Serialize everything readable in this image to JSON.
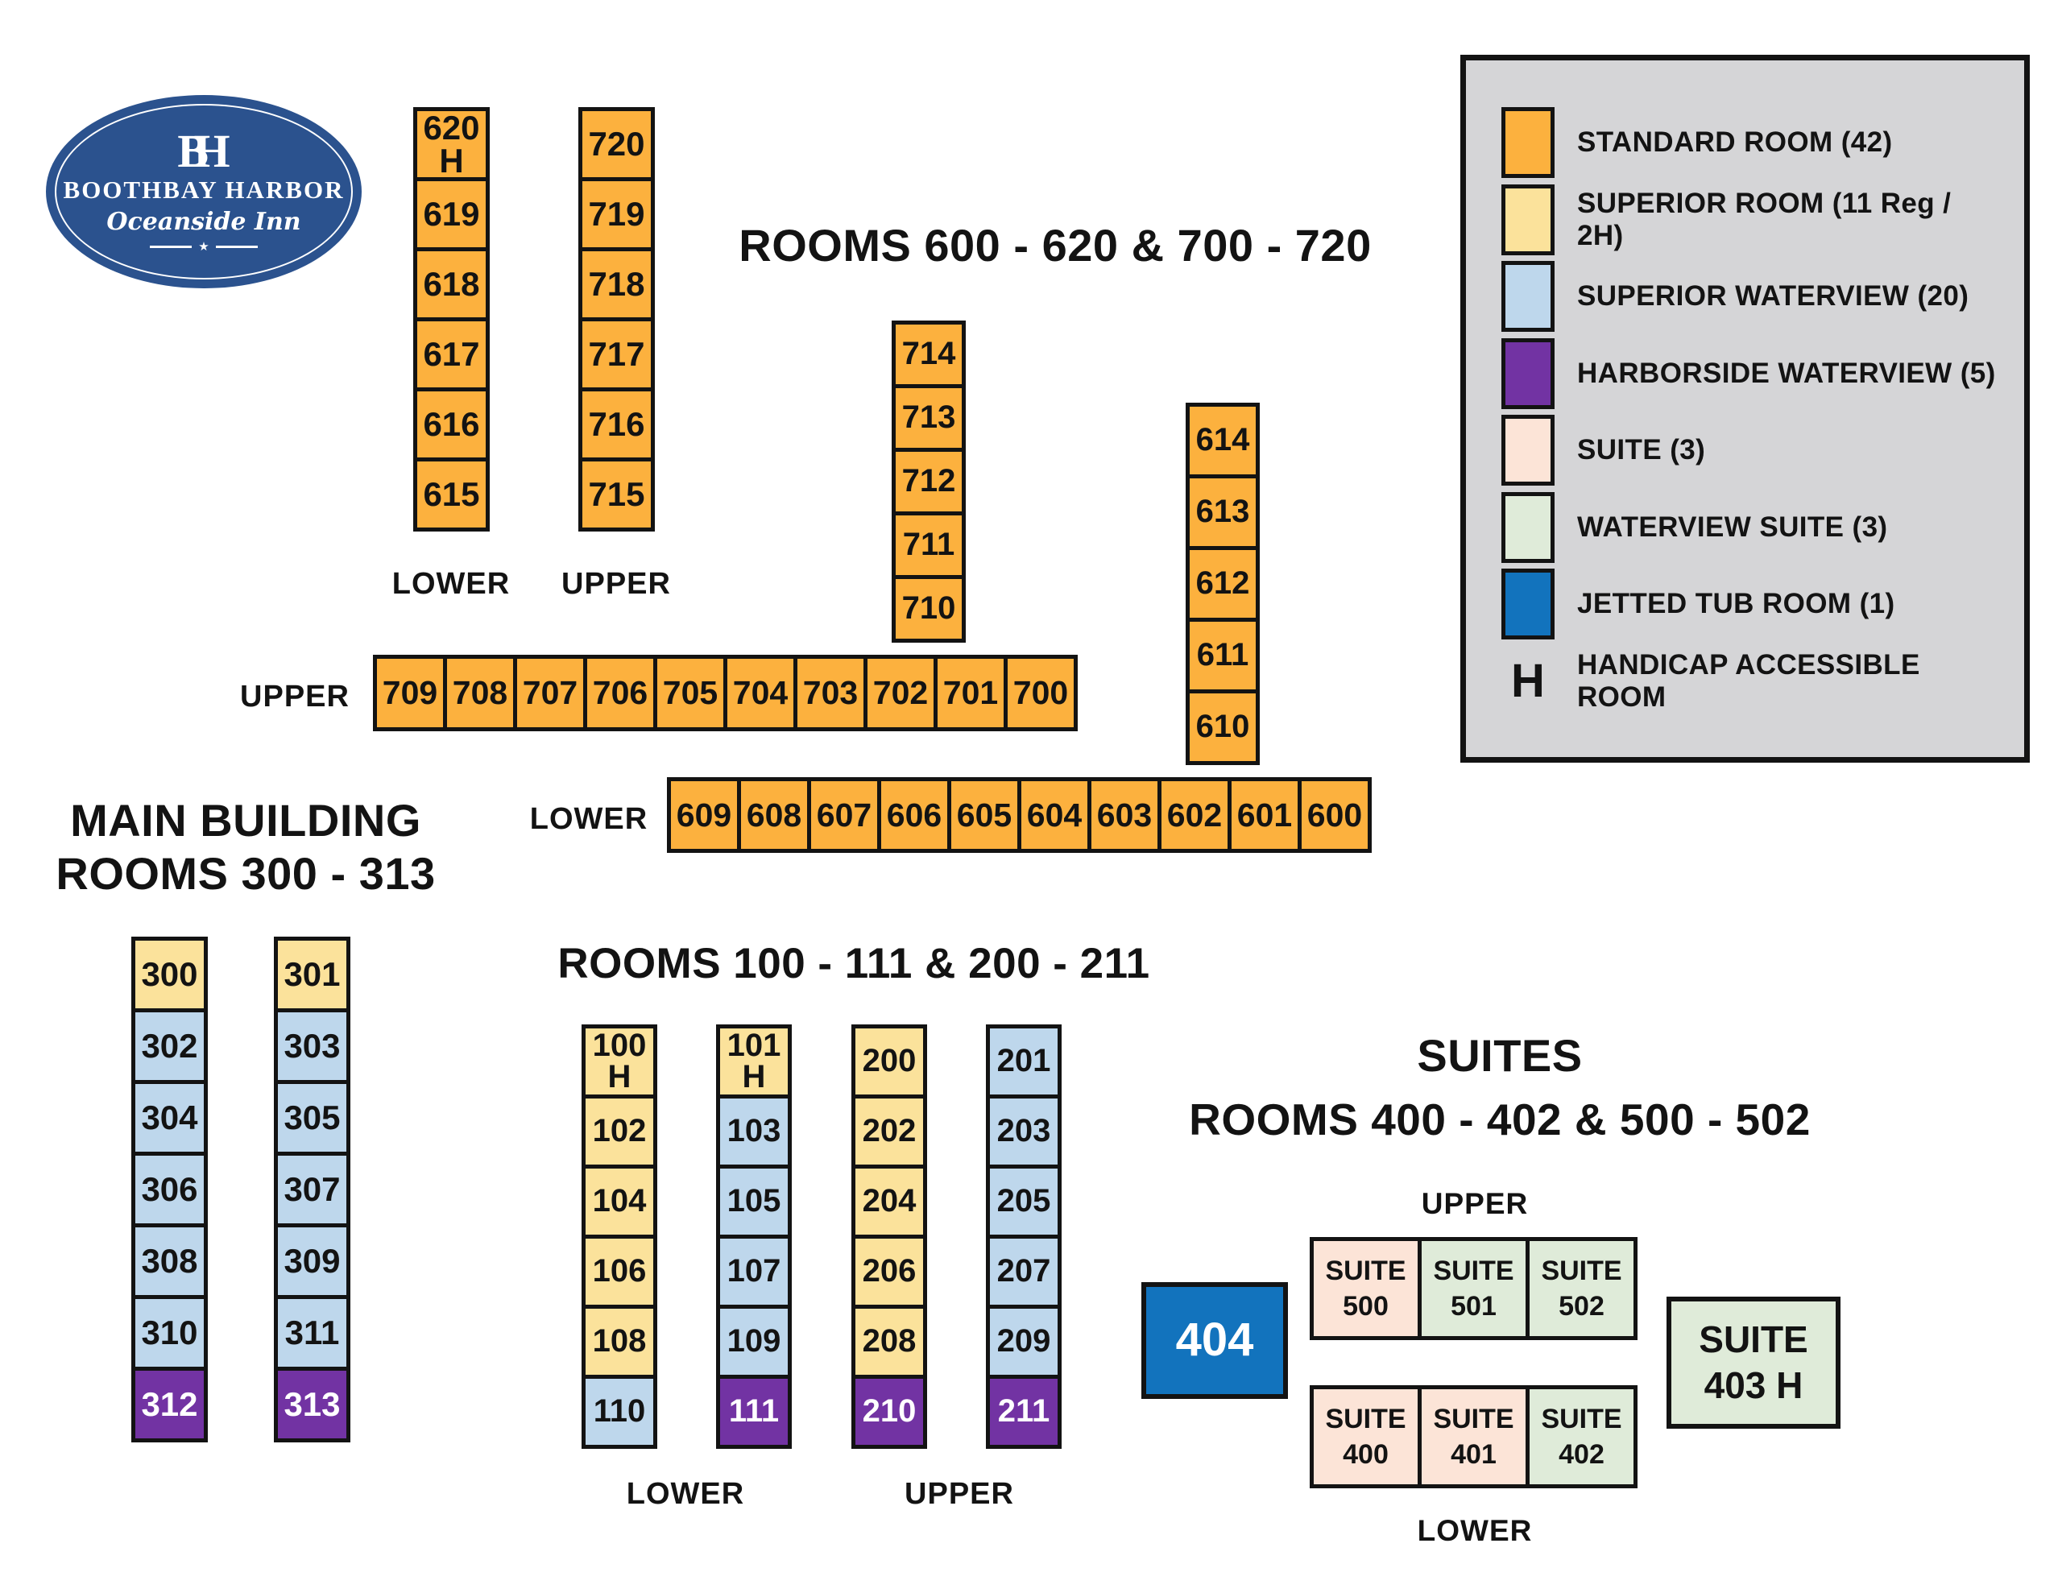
{
  "logo": {
    "monogram": "BH",
    "line1": "BOOTHBAY HARBOR",
    "line2": "Oceanside Inn",
    "divider_star": "★",
    "bg_color": "#2b528e"
  },
  "colors": {
    "standard": "#fcb13e",
    "superior": "#fbe29b",
    "superior_waterview": "#bed7ec",
    "harborside_waterview": "#7233a3",
    "suite": "#fce4d7",
    "waterview_suite": "#dfebd9",
    "jetted": "#1273bd",
    "legend_bg": "#d5d5d7",
    "border": "#131313"
  },
  "legend": {
    "items": [
      {
        "type": "standard",
        "label": "STANDARD ROOM (42)"
      },
      {
        "type": "superior",
        "label": "SUPERIOR ROOM (11 Reg / 2H)"
      },
      {
        "type": "superior_waterview",
        "label": "SUPERIOR WATERVIEW (20)"
      },
      {
        "type": "harborside_waterview",
        "label": "HARBORSIDE WATERVIEW (5)"
      },
      {
        "type": "suite",
        "label": "SUITE (3)"
      },
      {
        "type": "waterview_suite",
        "label": "WATERVIEW SUITE (3)"
      },
      {
        "type": "jetted",
        "label": "JETTED TUB ROOM (1)"
      },
      {
        "type": "handicap",
        "symbol": "H",
        "label": "HANDICAP ACCESSIBLE ROOM"
      }
    ]
  },
  "sections": {
    "rooms_600_700": {
      "title": "ROOMS 600 - 620 & 700 - 720",
      "col_620": {
        "floor_label": "LOWER",
        "cells": [
          {
            "label": "620",
            "sub": "H",
            "type": "standard"
          },
          {
            "label": "619",
            "type": "standard"
          },
          {
            "label": "618",
            "type": "standard"
          },
          {
            "label": "617",
            "type": "standard"
          },
          {
            "label": "616",
            "type": "standard"
          },
          {
            "label": "615",
            "type": "standard"
          }
        ]
      },
      "col_720": {
        "floor_label": "UPPER",
        "cells": [
          {
            "label": "720",
            "type": "standard"
          },
          {
            "label": "719",
            "type": "standard"
          },
          {
            "label": "718",
            "type": "standard"
          },
          {
            "label": "717",
            "type": "standard"
          },
          {
            "label": "716",
            "type": "standard"
          },
          {
            "label": "715",
            "type": "standard"
          }
        ]
      },
      "col_714": {
        "cells": [
          {
            "label": "714",
            "type": "standard"
          },
          {
            "label": "713",
            "type": "standard"
          },
          {
            "label": "712",
            "type": "standard"
          },
          {
            "label": "711",
            "type": "standard"
          },
          {
            "label": "710",
            "type": "standard"
          }
        ]
      },
      "row_700": {
        "floor_label": "UPPER",
        "cells": [
          {
            "label": "709",
            "type": "standard"
          },
          {
            "label": "708",
            "type": "standard"
          },
          {
            "label": "707",
            "type": "standard"
          },
          {
            "label": "706",
            "type": "standard"
          },
          {
            "label": "705",
            "type": "standard"
          },
          {
            "label": "704",
            "type": "standard"
          },
          {
            "label": "703",
            "type": "standard"
          },
          {
            "label": "702",
            "type": "standard"
          },
          {
            "label": "701",
            "type": "standard"
          },
          {
            "label": "700",
            "type": "standard"
          }
        ]
      },
      "col_614": {
        "cells": [
          {
            "label": "614",
            "type": "standard"
          },
          {
            "label": "613",
            "type": "standard"
          },
          {
            "label": "612",
            "type": "standard"
          },
          {
            "label": "611",
            "type": "standard"
          },
          {
            "label": "610",
            "type": "standard"
          }
        ]
      },
      "row_600": {
        "floor_label": "LOWER",
        "cells": [
          {
            "label": "609",
            "type": "standard"
          },
          {
            "label": "608",
            "type": "standard"
          },
          {
            "label": "607",
            "type": "standard"
          },
          {
            "label": "606",
            "type": "standard"
          },
          {
            "label": "605",
            "type": "standard"
          },
          {
            "label": "604",
            "type": "standard"
          },
          {
            "label": "603",
            "type": "standard"
          },
          {
            "label": "602",
            "type": "standard"
          },
          {
            "label": "601",
            "type": "standard"
          },
          {
            "label": "600",
            "type": "standard"
          }
        ]
      }
    },
    "main_building": {
      "title_line1": "MAIN BUILDING",
      "title_line2": "ROOMS 300 - 313",
      "col_left": {
        "cells": [
          {
            "label": "300",
            "type": "superior"
          },
          {
            "label": "302",
            "type": "superior_waterview"
          },
          {
            "label": "304",
            "type": "superior_waterview"
          },
          {
            "label": "306",
            "type": "superior_waterview"
          },
          {
            "label": "308",
            "type": "superior_waterview"
          },
          {
            "label": "310",
            "type": "superior_waterview"
          },
          {
            "label": "312",
            "type": "harborside_waterview"
          }
        ]
      },
      "col_right": {
        "cells": [
          {
            "label": "301",
            "type": "superior"
          },
          {
            "label": "303",
            "type": "superior_waterview"
          },
          {
            "label": "305",
            "type": "superior_waterview"
          },
          {
            "label": "307",
            "type": "superior_waterview"
          },
          {
            "label": "309",
            "type": "superior_waterview"
          },
          {
            "label": "311",
            "type": "superior_waterview"
          },
          {
            "label": "313",
            "type": "harborside_waterview"
          }
        ]
      }
    },
    "rooms_100_200": {
      "title": "ROOMS 100 - 111 & 200 - 211",
      "lower_label": "LOWER",
      "upper_label": "UPPER",
      "col_100": {
        "cells": [
          {
            "label": "100",
            "sub": "H",
            "type": "superior"
          },
          {
            "label": "102",
            "type": "superior"
          },
          {
            "label": "104",
            "type": "superior"
          },
          {
            "label": "106",
            "type": "superior"
          },
          {
            "label": "108",
            "type": "superior"
          },
          {
            "label": "110",
            "type": "superior_waterview"
          }
        ]
      },
      "col_101": {
        "cells": [
          {
            "label": "101",
            "sub": "H",
            "type": "superior"
          },
          {
            "label": "103",
            "type": "superior_waterview"
          },
          {
            "label": "105",
            "type": "superior_waterview"
          },
          {
            "label": "107",
            "type": "superior_waterview"
          },
          {
            "label": "109",
            "type": "superior_waterview"
          },
          {
            "label": "111",
            "type": "harborside_waterview"
          }
        ]
      },
      "col_200": {
        "cells": [
          {
            "label": "200",
            "type": "superior"
          },
          {
            "label": "202",
            "type": "superior"
          },
          {
            "label": "204",
            "type": "superior"
          },
          {
            "label": "206",
            "type": "superior"
          },
          {
            "label": "208",
            "type": "superior"
          },
          {
            "label": "210",
            "type": "harborside_waterview"
          }
        ]
      },
      "col_201": {
        "cells": [
          {
            "label": "201",
            "type": "superior_waterview"
          },
          {
            "label": "203",
            "type": "superior_waterview"
          },
          {
            "label": "205",
            "type": "superior_waterview"
          },
          {
            "label": "207",
            "type": "superior_waterview"
          },
          {
            "label": "209",
            "type": "superior_waterview"
          },
          {
            "label": "211",
            "type": "harborside_waterview"
          }
        ]
      }
    },
    "suites": {
      "title": "SUITES",
      "subtitle": "ROOMS 400 - 402 & 500 - 502",
      "upper_label": "UPPER",
      "lower_label": "LOWER",
      "room_404": {
        "cells": [
          {
            "label": "404",
            "type": "jetted"
          }
        ]
      },
      "row_upper": {
        "cells": [
          {
            "label": "SUITE",
            "sub": "500",
            "type": "suite"
          },
          {
            "label": "SUITE",
            "sub": "501",
            "type": "waterview_suite"
          },
          {
            "label": "SUITE",
            "sub": "502",
            "type": "waterview_suite"
          }
        ]
      },
      "row_lower": {
        "cells": [
          {
            "label": "SUITE",
            "sub": "400",
            "type": "suite"
          },
          {
            "label": "SUITE",
            "sub": "401",
            "type": "suite"
          },
          {
            "label": "SUITE",
            "sub": "402",
            "type": "waterview_suite"
          }
        ]
      },
      "suite_403": {
        "cells": [
          {
            "label": "SUITE",
            "sub": "403 H",
            "type": "waterview_suite"
          }
        ]
      }
    }
  }
}
